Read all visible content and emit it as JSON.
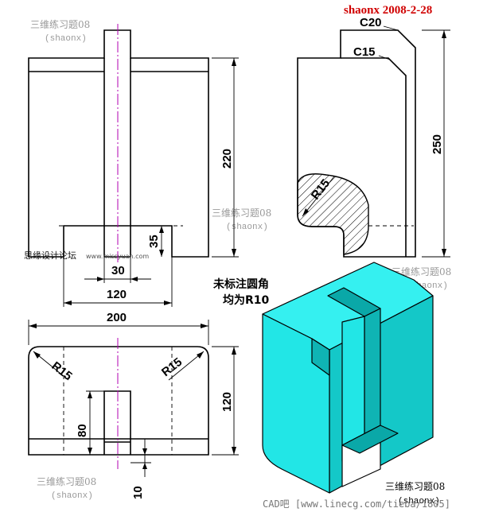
{
  "signature": "shaonx 2008-2-28",
  "watermarks": [
    {
      "cn": "三维练习题08",
      "en": "(shaonx)"
    },
    {
      "cn": "三维练习题08",
      "en": "(shaonx)"
    },
    {
      "cn": "三维练习题08",
      "en": "(shaonx)"
    },
    {
      "cn": "三维练习题08",
      "en": "(shaonx)"
    },
    {
      "cn": "三维练习题08",
      "en": "(shaonx)"
    }
  ],
  "front_view": {
    "dims": {
      "height": "220",
      "slot_height": "35",
      "slot_width": "30",
      "base_width": "120"
    }
  },
  "side_view": {
    "dims": {
      "chamfer_top": "C20",
      "chamfer_lower": "C15",
      "height": "250",
      "radius": "R15"
    }
  },
  "top_view": {
    "dims": {
      "width": "200",
      "radius_left": "R15",
      "radius_right": "R15",
      "depth": "120",
      "slot_depth": "80",
      "gap": "10"
    }
  },
  "note": {
    "line1": "未标注圆角",
    "line2": "均为R10"
  },
  "site_mark": "思缘设计论坛",
  "site_url": "www.missyuan.com",
  "footer": "CAD吧 [www.linecg.com/tieba/1805]",
  "colors": {
    "solid_face": "#22e6e6",
    "solid_edge": "#000000",
    "signature": "#d00000",
    "center_line": "#b000b0"
  }
}
